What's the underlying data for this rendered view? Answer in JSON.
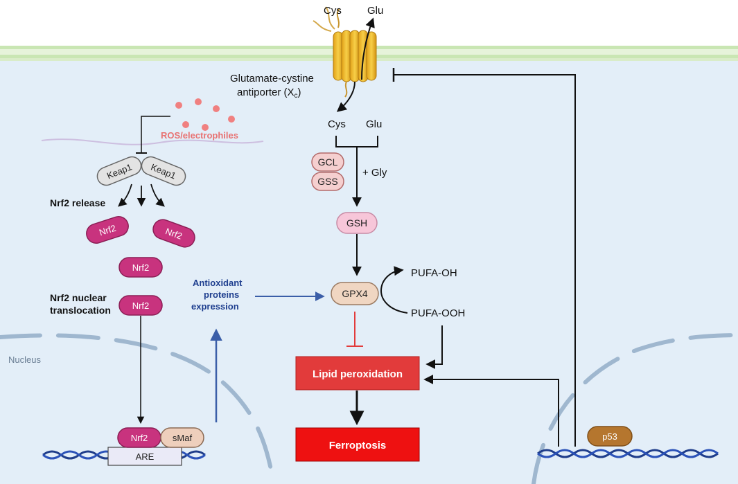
{
  "labels": {
    "cys_top": "Cys",
    "glu_top": "Glu",
    "antiporter_line1": "Glutamate-cystine",
    "antiporter_line2_prefix": "antiporter (X",
    "antiporter_sub": "c",
    "antiporter_line2_suffix": ")",
    "cys_in": "Cys",
    "glu_in": "Glu",
    "gly": "+ Gly",
    "ros": "ROS/electrophiles",
    "nrf2_release": "Nrf2 release",
    "nrf2_translocation_1": "Nrf2 nuclear",
    "nrf2_translocation_2": "translocation",
    "antioxidant_1": "Antioxidant",
    "antioxidant_2": "proteins",
    "antioxidant_3": "expression",
    "pufa_oh": "PUFA-OH",
    "pufa_ooh": "PUFA-OOH",
    "nucleus": "Nucleus"
  },
  "nodes": {
    "keap1_left": "Keap1",
    "keap1_right": "Keap1",
    "nrf2_a": "Nrf2",
    "nrf2_b": "Nrf2",
    "nrf2_c": "Nrf2",
    "nrf2_d": "Nrf2",
    "nrf2_dna": "Nrf2",
    "smaf": "sMaf",
    "are": "ARE",
    "gcl": "GCL",
    "gss": "GSS",
    "gsh": "GSH",
    "gpx4": "GPX4",
    "lipid_peroxidation": "Lipid peroxidation",
    "ferroptosis": "Ferroptosis",
    "p53": "p53"
  },
  "colors": {
    "cytoplasm": "#e3eef8",
    "membrane": "#bfe0a6",
    "nrf2": "#c8337e",
    "keap1": "#e3e3e3",
    "gsh": "#f7c6d9",
    "gpx4": "#f0d6c2",
    "gcl_gss": "#f5cfcf",
    "lipid_box": "#e23b3b",
    "ferroptosis_box": "#ee1111",
    "p53": "#b5762e",
    "ros_dots": "#f08080",
    "ros_text": "#e87272",
    "blue_arrow": "#3b5ea8",
    "red_inhibit": "#e23b3b"
  }
}
